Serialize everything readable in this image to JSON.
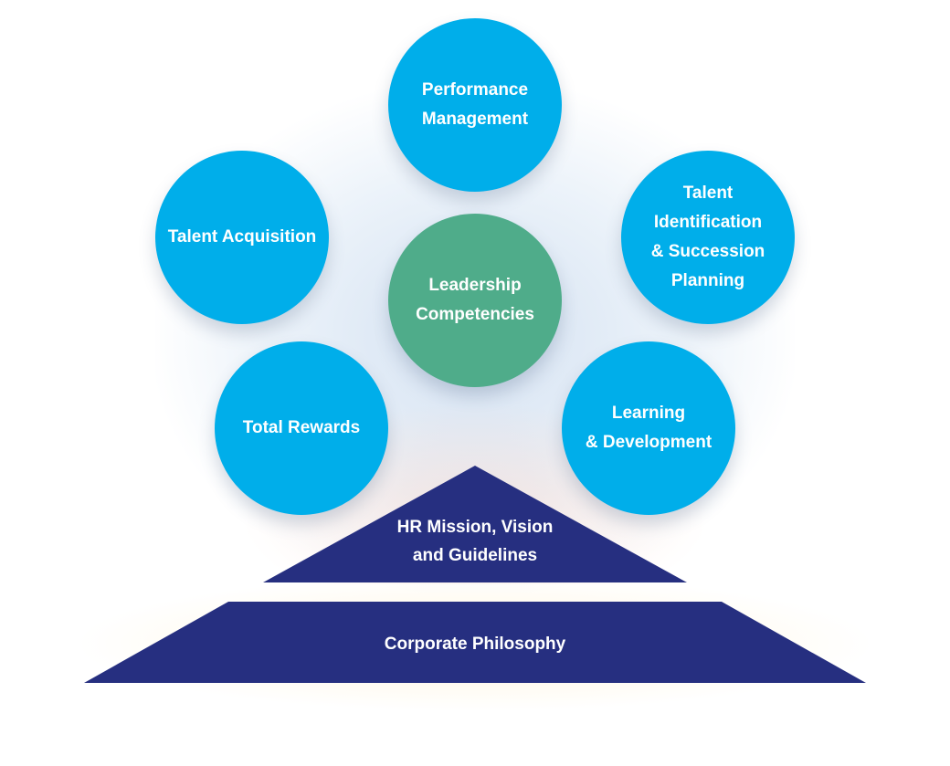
{
  "circles": {
    "performance": "Performance\nManagement",
    "talent_acquisition": "Talent Acquisition",
    "talent_identification": "Talent\nIdentification\n& Succession\nPlanning",
    "leadership": "Leadership\nCompetencies",
    "total_rewards": "Total Rewards",
    "learning": "Learning\n& Development"
  },
  "foundation": {
    "hr_mission": "HR Mission, Vision\nand Guidelines",
    "corporate": "Corporate Philosophy"
  },
  "colors": {
    "circle_blue": "#00aeea",
    "circle_green": "#4fac8a",
    "navy": "#262f80"
  }
}
